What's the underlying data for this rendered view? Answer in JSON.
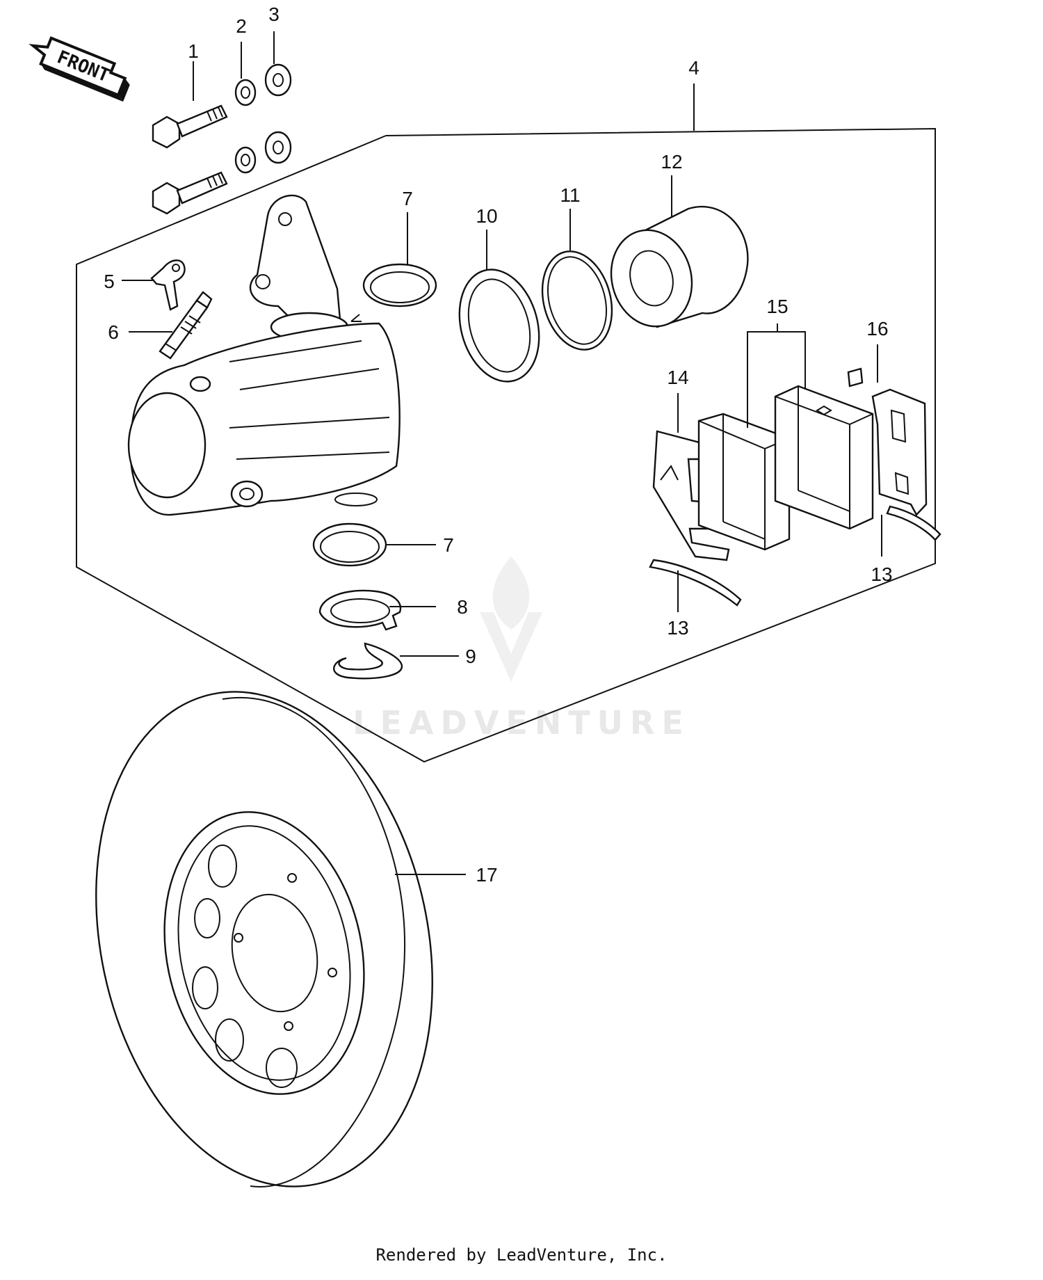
{
  "direction_label": "FRONT",
  "callouts": {
    "c1": "1",
    "c2": "2",
    "c3": "3",
    "c4": "4",
    "c5": "5",
    "c6": "6",
    "c7a": "7",
    "c7b": "7",
    "c8": "8",
    "c9": "9",
    "c10": "10",
    "c11": "11",
    "c12": "12",
    "c13a": "13",
    "c13b": "13",
    "c14": "14",
    "c15": "15",
    "c16": "16",
    "c17": "17"
  },
  "watermark": "LEADVENTURE",
  "footer": "Rendered by LeadVenture, Inc.",
  "colors": {
    "line": "#111111",
    "background": "#ffffff",
    "watermark": "#e8e8e8"
  }
}
